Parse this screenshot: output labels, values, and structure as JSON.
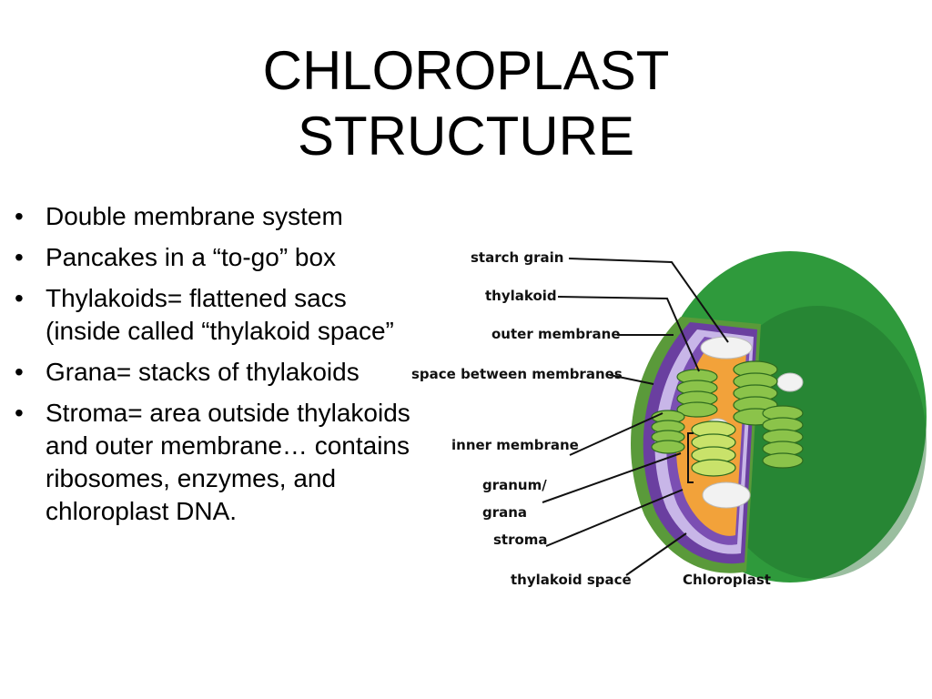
{
  "slide": {
    "title_line1": "CHLOROPLAST",
    "title_line2": "STRUCTURE",
    "bullet_glyph": "•",
    "bullets": [
      "Double membrane system",
      "Pancakes in a “to-go” box",
      "Thylakoids= flattened sacs (inside called “thylakoid space”",
      "Grana= stacks of thylakoids",
      "Stroma= area outside thylakoids and outer membrane… contains ribosomes, enzymes, and chloroplast DNA."
    ]
  },
  "diagram": {
    "labels": {
      "starch_grain": "starch grain",
      "thylakoid": "thylakoid",
      "outer_membrane": "outer membrane",
      "space_between": "space between membranes",
      "inner_membrane": "inner membrane",
      "granum_line1": "granum/",
      "granum_line2": "grana",
      "stroma": "stroma",
      "thylakoid_space": "thylakoid space",
      "chloroplast": "Chloroplast"
    },
    "colors": {
      "outer_green": "#2f9a3c",
      "dark_green": "#1f6f2a",
      "membrane_purple": "#6a3fa0",
      "stroma_orange": "#f2a23a",
      "granum_green": "#8bc34a",
      "starch_white": "#f2f2f2"
    }
  }
}
